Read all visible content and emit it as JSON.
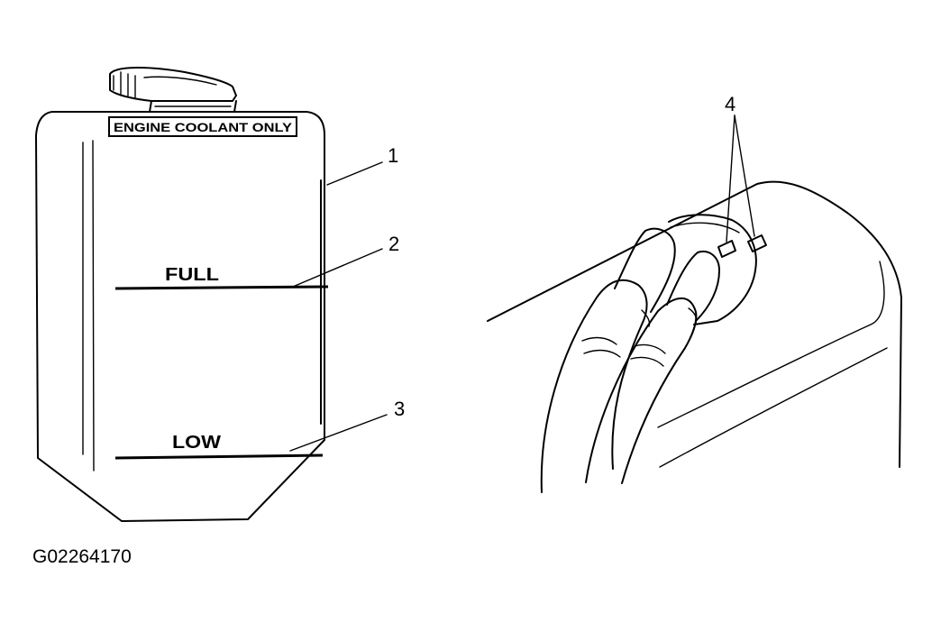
{
  "tank": {
    "cap_label": "ENGINE COOLANT ONLY",
    "full_label": "FULL",
    "low_label": "LOW"
  },
  "callouts": {
    "c1": "1",
    "c2": "2",
    "c3": "3",
    "c4": "4"
  },
  "figure_id": "G02264170"
}
